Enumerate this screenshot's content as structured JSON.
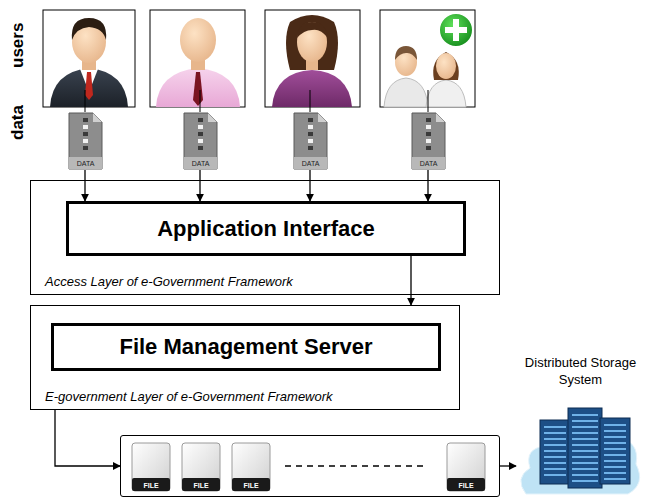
{
  "diagram": {
    "nodes": [
      {
        "text": [
          "DATA"
        ]
      },
      {
        "text": [
          "DATA"
        ]
      },
      {
        "text": [
          "DATA"
        ]
      },
      {
        "text": [
          "DATA"
        ]
      },
      {
        "text": [
          "Access Layer of e-Government Framework"
        ]
      },
      {
        "text": [
          "Application Interface"
        ],
        "in": 4
      },
      {
        "text": [
          "E-government Layer of e-Government Framework"
        ]
      },
      {
        "text": [
          "File Management Server"
        ],
        "in": 6
      },
      {
        "text": []
      },
      {
        "text": [
          "FILE"
        ],
        "in": 8
      },
      {
        "text": [
          "FILE"
        ],
        "in": 8
      },
      {
        "text": [
          "FILE"
        ],
        "in": 8
      },
      {
        "text": [
          "FILE"
        ],
        "in": 8
      },
      {
        "text": [
          "Distributed Storage System"
        ]
      }
    ],
    "edges": [
      {
        "from": 0,
        "to": 5,
        "arrow": "to"
      },
      {
        "from": 1,
        "to": 5,
        "arrow": "to"
      },
      {
        "from": 2,
        "to": 5,
        "arrow": "to"
      },
      {
        "from": 3,
        "to": 5,
        "arrow": "to"
      },
      {
        "from": 5,
        "to": 6,
        "arrow": "to"
      },
      {
        "from": 6,
        "to": 8,
        "arrow": "to"
      },
      {
        "from": 8,
        "to": 13,
        "arrow": "to"
      }
    ],
    "labels": [
      "users",
      "data"
    ]
  }
}
